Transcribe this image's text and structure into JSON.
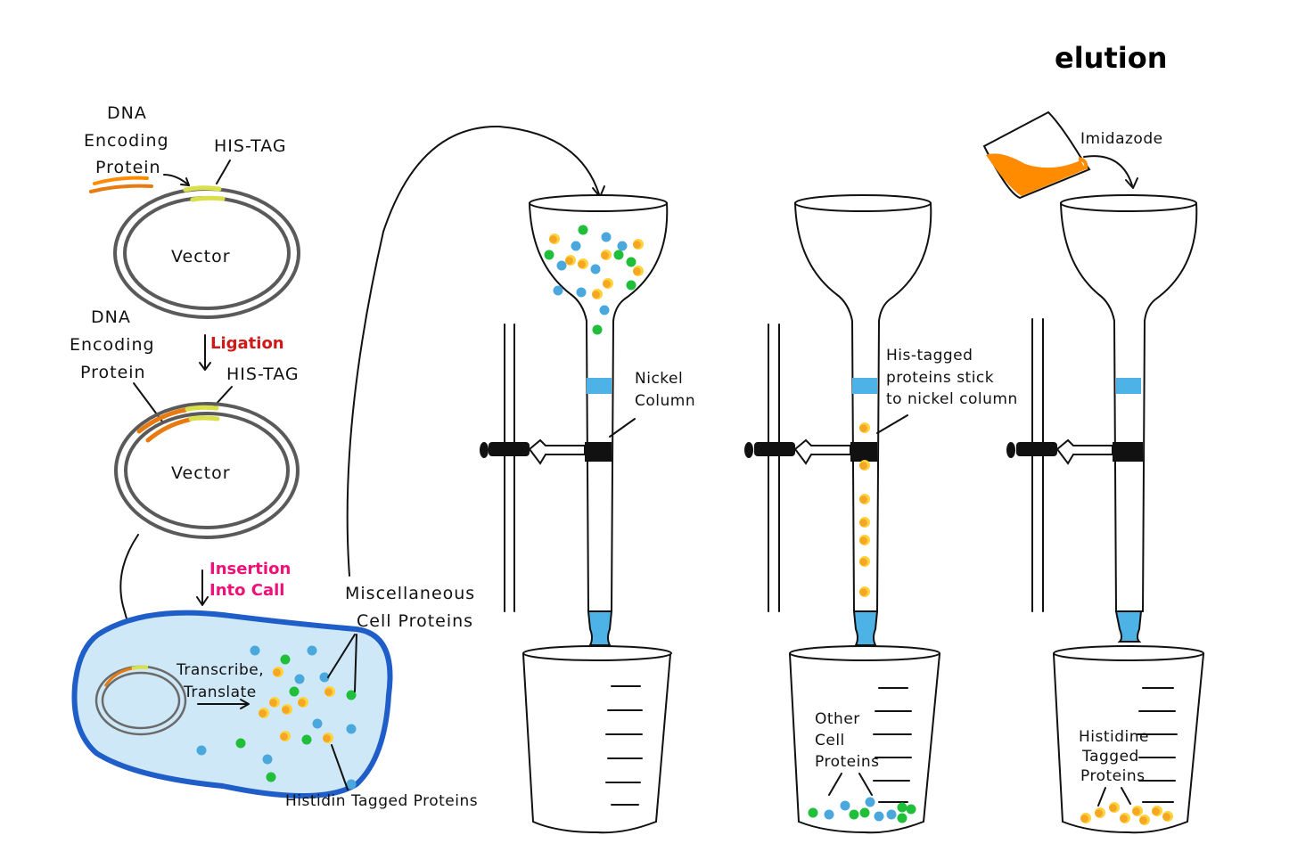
{
  "title": "elution",
  "plasmid_top": {
    "dna_label": [
      "DNA",
      "Encoding",
      "Protein"
    ],
    "tag_label": "HIS-TAG",
    "vector_label": "Vector"
  },
  "plasmid_bottom": {
    "dna_label": [
      "DNA",
      "Encoding",
      "Protein"
    ],
    "tag_label": "HIS-TAG",
    "vector_label": "Vector"
  },
  "steps": {
    "ligation": "Ligation",
    "insertion": [
      "Insertion",
      "Into Call"
    ]
  },
  "cell": {
    "transcribe_label": [
      "Transcribe,",
      "Translate"
    ],
    "misc_label": [
      "Miscellaneous",
      "Cell Proteins"
    ],
    "tagged_label": "Histidin  Tagged Proteins"
  },
  "column1": {
    "nickel_label": [
      "Nickel",
      "Column"
    ]
  },
  "column2": {
    "stick_label": [
      "His-tagged",
      "proteins stick",
      "to nickel column"
    ],
    "beaker_label": [
      "Other",
      "Cell",
      "Proteins"
    ]
  },
  "column3": {
    "imidazole_label": "Imidazode",
    "beaker_label": [
      "Histidine",
      "Tagged",
      "Proteins"
    ]
  },
  "colors": {
    "orange": "#ff8c00",
    "orange_dot": "#f5a623",
    "yellow_dot": "#ffd23f",
    "blue_dot": "#4aa8dc",
    "green_dot": "#1fbf3a",
    "his_tag": "#d9e04a",
    "column_blue": "#4db3e6",
    "cell_fill": "#cfe8f7",
    "cell_border": "#1f5ec9",
    "ligation_red": "#d01818",
    "insertion_pink": "#ee1177"
  }
}
